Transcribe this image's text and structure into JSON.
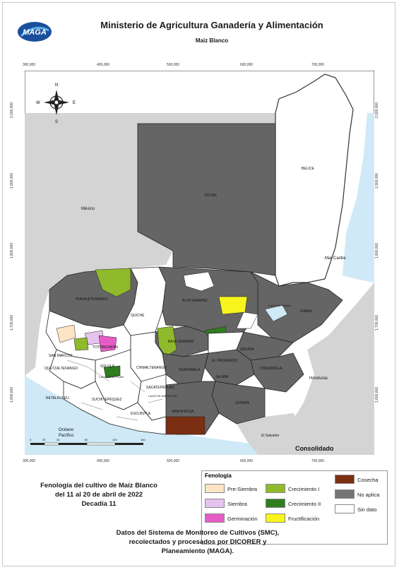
{
  "header": {
    "title": "Ministerio de Agricultura Ganadería y Alimentación",
    "subtitle": "Maíz Blanco",
    "logo_text": "MAGA"
  },
  "axes": {
    "top_ticks": [
      "300,000",
      "400,000",
      "500,000",
      "600,000",
      "700,000"
    ],
    "bottom_ticks": [
      "300,000",
      "400,000",
      "500,000",
      "600,000",
      "700,000"
    ],
    "left_ticks": [
      "2,000,000",
      "1,900,000",
      "1,800,000",
      "1,700,000",
      "1,600,000"
    ],
    "right_ticks": [
      "2,000,000",
      "1,900,000",
      "1,800,000",
      "1,700,000",
      "1,600,000"
    ]
  },
  "compass": {
    "n": "N",
    "s": "S",
    "e": "E",
    "w": "W"
  },
  "map_labels": {
    "mexico": "México",
    "peten": "PETÉN",
    "belice": "BELICE",
    "mar_caribe": "Mar Caribe",
    "honduras": "Honduras",
    "el_salvador": "El Salvador",
    "oceano": "Océano",
    "pacifico": "Pacífico",
    "huehuetenango": "HUEHUETENANGO",
    "quiche": "QUICHÉ",
    "alta_verapaz": "ALTA VERAPAZ",
    "izabal": "IZABAL",
    "lago_izabal": "LAGO DE IZABAL",
    "baja_verapaz": "BAJA VERAPAZ",
    "el_progreso": "EL PROGRESO",
    "zacapa": "ZACAPA",
    "chiquimula": "CHIQUIMULA",
    "jalapa": "JALAPA",
    "jutiapa": "JUTIAPA",
    "santa_rosa": "SANTA ROSA",
    "guatemala": "GUATEMALA",
    "san_marcos": "SAN MARCOS",
    "quetzaltenango": "QUETZALTENANGO",
    "totonicapan": "TOTONICAPÁN",
    "solola": "SOLOLÁ",
    "chimaltenango": "CHIMALTENANGO",
    "sacatepequez": "SACATEPÉQUEZ",
    "lago_atitlan": "LAGO DE ATITLÁN",
    "lago_amatitlan": "LAGO DE AMATITLÁN",
    "retalhuleu": "RETALHULEU",
    "suchitepequez": "SUCHITEPÉQUEZ",
    "escuintla": "ESCUINTLA",
    "consolidado": "Consolidado"
  },
  "scale_bar": {
    "ticks": [
      "0",
      "20",
      "40",
      "80",
      "120",
      "160"
    ]
  },
  "legend": {
    "title": "Fenología",
    "items": [
      {
        "label": "Pre-Siembra",
        "color": "#fce4c4"
      },
      {
        "label": "Siembra",
        "color": "#e6c3ef"
      },
      {
        "label": "Germinación",
        "color": "#e65cc6"
      },
      {
        "label": "Crecimiento I",
        "color": "#8fba2c"
      },
      {
        "label": "Crecimiento II",
        "color": "#2f7d1f"
      },
      {
        "label": "Fructificación",
        "color": "#f8f51c"
      },
      {
        "label": "Cosecha",
        "color": "#7b2e12"
      },
      {
        "label": "No aplica",
        "color": "#757575"
      },
      {
        "label": "Sin dato",
        "color": "#ffffff"
      }
    ]
  },
  "caption": {
    "line1": "Fenología del cultivo de Maíz Blanco",
    "line2": "del 11 al 20 de abril de 2022",
    "line3": "Decadía 11"
  },
  "source": {
    "line1": "Datos del Sistema de Monitoreo de Cultivos (SMC),",
    "line2": "recolectados y procesados por DICORER y",
    "line3": "Planeamiento (MAGA)."
  },
  "colors": {
    "no_aplica": "#656565",
    "neighbor": "#d4d4d4",
    "water": "#cfe9f6"
  }
}
